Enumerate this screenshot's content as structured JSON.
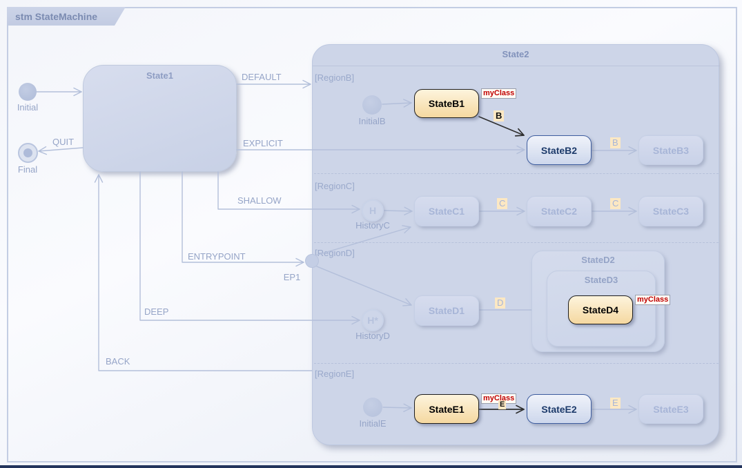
{
  "frame": {
    "title": "stm StateMachine"
  },
  "nodes": {
    "initial": "Initial",
    "final": "Final",
    "state1": "State1",
    "state2": "State2",
    "initialB": "InitialB",
    "historyC": "HistoryC",
    "historyC_symbol": "H",
    "historyD": "HistoryD",
    "historyD_symbol": "H*",
    "initialE": "InitialE",
    "ep1": "EP1",
    "stateB1": "StateB1",
    "stateB2": "StateB2",
    "stateB3": "StateB3",
    "stateC1": "StateC1",
    "stateC2": "StateC2",
    "stateC3": "StateC3",
    "stateD1": "StateD1",
    "stateD2": "StateD2",
    "stateD3": "StateD3",
    "stateD4": "StateD4",
    "stateE1": "StateE1",
    "stateE2": "StateE2",
    "stateE3": "StateE3"
  },
  "regions": {
    "b": "[RegionB]",
    "c": "[RegionC]",
    "d": "[RegionD]",
    "e": "[RegionE]"
  },
  "transitions": {
    "default": "DEFAULT",
    "explicit": "EXPLICIT",
    "shallow": "SHALLOW",
    "entrypoint": "ENTRYPOINT",
    "deep": "DEEP",
    "quit": "QUIT",
    "back": "BACK",
    "b1_b2_event": "B",
    "b2_b3_event": "B",
    "c1_c2_event": "C",
    "c2_c3_event": "C",
    "d1_d4_event": "D",
    "e1_e2_event": "E",
    "e2_e3_event": "E",
    "b1_b2_stereotype": "myClass",
    "d4_stereotype": "myClass",
    "e1_e2_stereotype": "myClass"
  },
  "colors": {
    "highlight_fill": "#f5d8a0",
    "highlight_border": "#1d1d1d",
    "selected_border": "#3d5c9e",
    "stereotype_text": "#c00000",
    "event_label_bg": "#fce8c3",
    "frame_tab_bg": "#c5cee4",
    "canvas_border": "#c3cde3",
    "composite_fill": "#cdd5e8"
  }
}
